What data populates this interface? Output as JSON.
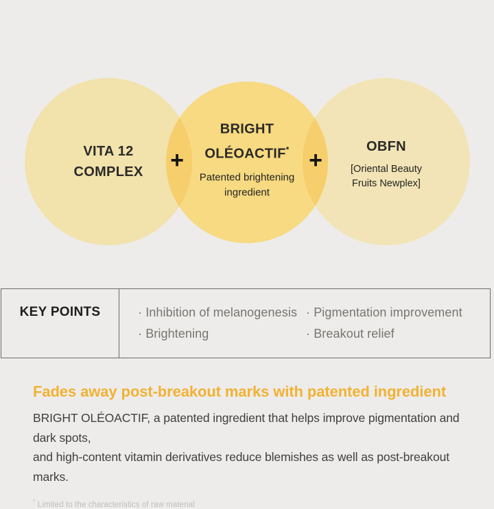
{
  "colors": {
    "background": "#EDECEA",
    "circle_left": "#F2E2AB",
    "circle_middle": "#F7DA81",
    "circle_right": "#F2E4B6",
    "circle_overlap": "#F6CE6B",
    "accent_gold": "#F1B234",
    "band_border": "#6B6A66"
  },
  "diagram": {
    "plus": "+",
    "left": {
      "title": "VITA 12\nCOMPLEX"
    },
    "middle": {
      "title": "BRIGHT\nOLÉOACTIF",
      "asterisk": "*",
      "subtitle": "Patented brightening\ningredient"
    },
    "right": {
      "title": "OBFN",
      "subtitle": "[Oriental Beauty\nFruits Newplex]"
    }
  },
  "key_points": {
    "label": "KEY POINTS",
    "col1": [
      "· Inhibition of melanogenesis",
      "· Brightening"
    ],
    "col2": [
      "· Pigmentation improvement",
      "· Breakout relief"
    ]
  },
  "highlight": {
    "headline": "Fades away post-breakout marks with patented ingredient",
    "body": "BRIGHT OLÉOACTIF, a patented ingredient that helps improve pigmentation and dark spots,\nand high-content vitamin derivatives reduce blemishes as well as post-breakout marks.",
    "footnote_mark": "*",
    "footnote": "Limited to the characteristics of raw material"
  }
}
